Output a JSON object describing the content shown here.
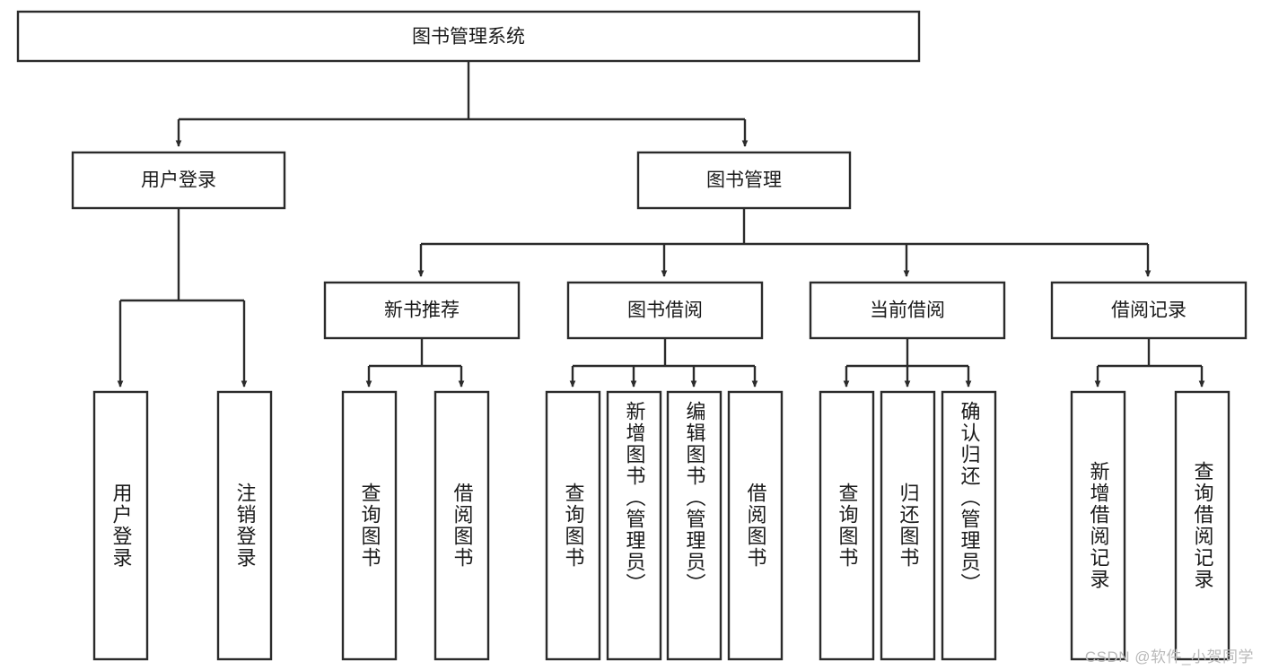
{
  "diagram": {
    "type": "hierarchy-tree",
    "title": "图书管理系统",
    "orientation": "top-down",
    "colors": {
      "box_stroke": "#2b2b2b",
      "box_fill": "#ffffff",
      "text": "#1a1a1a",
      "connector": "#2b2b2b",
      "watermark": "#b9b9b9",
      "background": "#ffffff"
    },
    "root": {
      "label": "图书管理系统"
    },
    "level2": [
      {
        "label": "用户登录"
      },
      {
        "label": "图书管理"
      }
    ],
    "level3": [
      {
        "label": "新书推荐"
      },
      {
        "label": "图书借阅"
      },
      {
        "label": "当前借阅"
      },
      {
        "label": "借阅记录"
      }
    ],
    "leaves": {
      "user_login": [
        {
          "label": "用户登录"
        },
        {
          "label": "注销登录"
        }
      ],
      "new_book_recommend": [
        {
          "label": "查询图书"
        },
        {
          "label": "借阅图书"
        }
      ],
      "book_borrow": [
        {
          "label": "查询图书"
        },
        {
          "label": "新增图书（管理员）"
        },
        {
          "label": "编辑图书（管理员）"
        },
        {
          "label": "借阅图书"
        }
      ],
      "current_borrow": [
        {
          "label": "查询图书"
        },
        {
          "label": "归还图书"
        },
        {
          "label": "确认归还（管理员）"
        }
      ],
      "borrow_record": [
        {
          "label": "新增借阅记录"
        },
        {
          "label": "查询借阅记录"
        }
      ]
    },
    "watermark": "CSDN @软件_小贺同学"
  }
}
